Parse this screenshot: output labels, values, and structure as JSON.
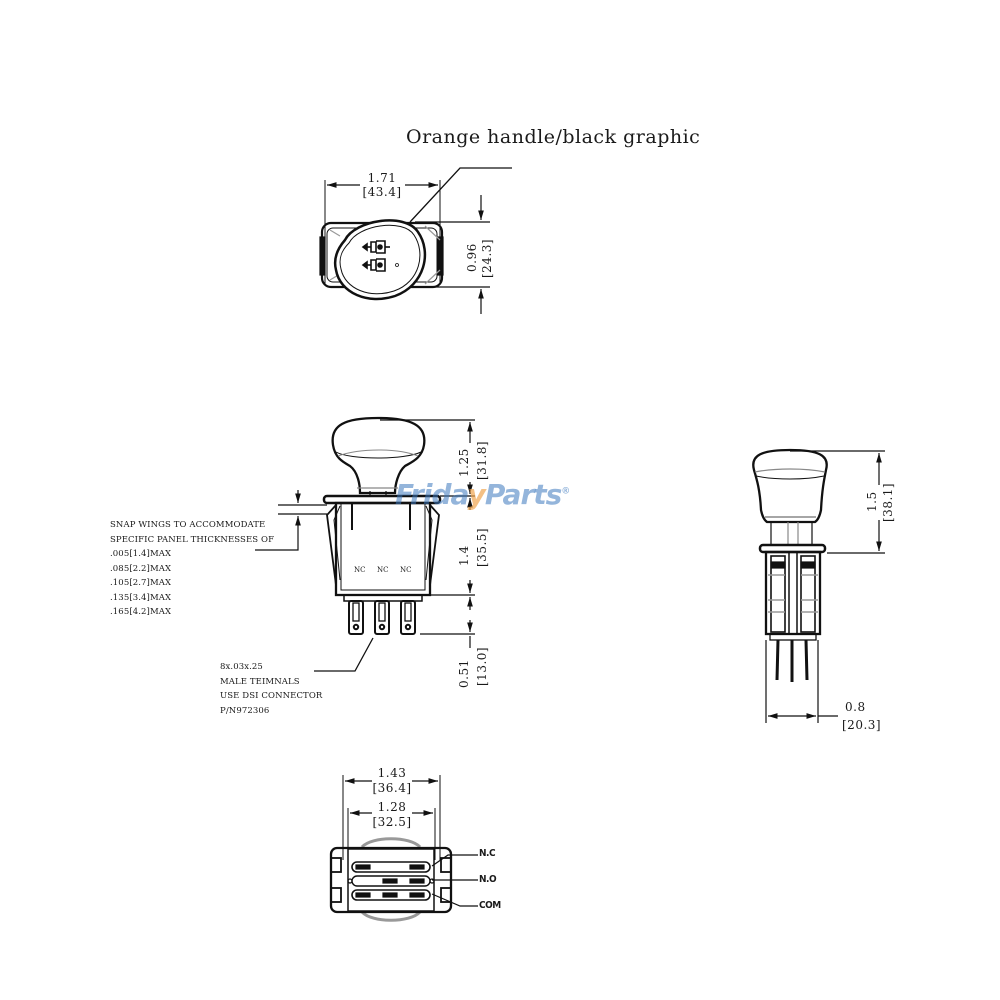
{
  "title": "Orange handle/black graphic",
  "watermark": {
    "part1": "Frida",
    "accent": "y",
    "part2": "Parts",
    "reg": "®",
    "colors": {
      "blue": "#3c78be",
      "orange": "#f0a550"
    }
  },
  "top_view": {
    "width_in": "1.71",
    "width_mm": "[43.4]",
    "height_in": "0.96",
    "height_mm": "[24.3]"
  },
  "front_view": {
    "handle_in": "1.25",
    "handle_mm": "[31.8]",
    "body_in": "1.4",
    "body_mm": "[35.5]",
    "terminal_in": "0.51",
    "terminal_mm": "[13.0]",
    "body_labels": [
      "NC",
      "NC",
      "NC"
    ]
  },
  "snap_note": {
    "lines": [
      "SNAP WINGS TO ACCOMMODATE",
      "SPECIFIC PANEL THICKNESSES OF",
      ".005[1.4]MAX",
      ".085[2.2]MAX",
      ".105[2.7]MAX",
      ".135[3.4]MAX",
      ".165[4.2]MAX"
    ]
  },
  "terminal_note": {
    "lines": [
      "8x.03x.25",
      "MALE TEIMNALS",
      "USE DSI CONNECTOR",
      "P/N972306"
    ]
  },
  "side_view": {
    "height_in": "1.5",
    "height_mm": "[38.1]",
    "width_in": "0.8",
    "width_mm": "[20.3]"
  },
  "bottom_view": {
    "outer_in": "1.43",
    "outer_mm": "[36.4]",
    "inner_in": "1.28",
    "inner_mm": "[32.5]",
    "pins": [
      "N.C",
      "N.O",
      "COM"
    ]
  }
}
